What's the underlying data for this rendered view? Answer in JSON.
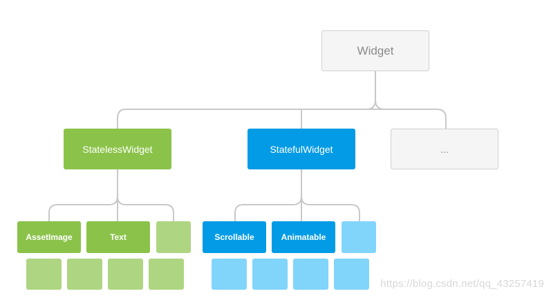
{
  "nodes": {
    "widget": "Widget",
    "stateless": "StatelessWidget",
    "stateful": "StatefulWidget",
    "more": "...",
    "asset_image": "AssetImage",
    "text": "Text",
    "scrollable": "Scrollable",
    "animatable": "Animatable"
  },
  "colors": {
    "connector": "#c8c8c8",
    "stateless_green": "#8bc34a",
    "stateful_blue": "#039be5",
    "light_green": "#aed581",
    "light_blue": "#81d4fa",
    "root_gray": "#f5f5f5"
  },
  "watermark": "https://blog.csdn.net/qq_43257419"
}
